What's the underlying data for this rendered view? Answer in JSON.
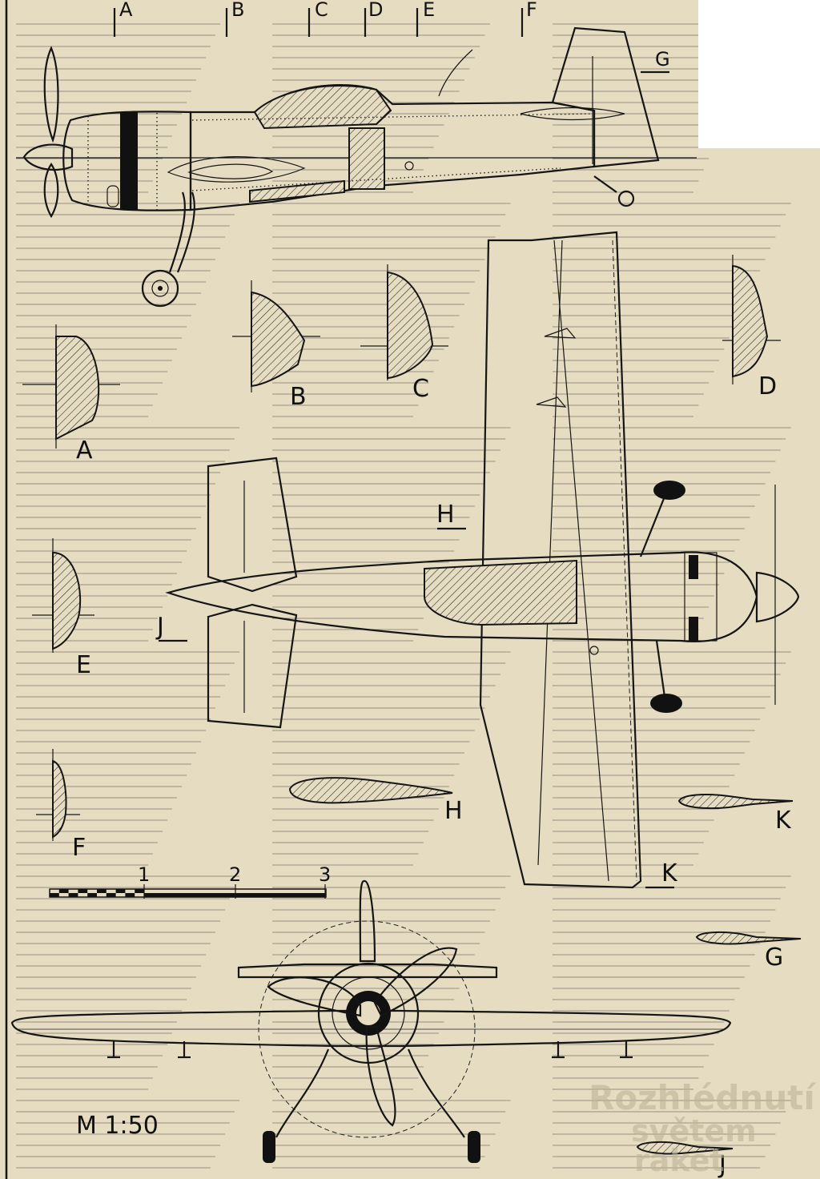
{
  "section_markers": [
    "A",
    "B",
    "C",
    "D",
    "E",
    "F"
  ],
  "section_labels": {
    "A": "A",
    "B": "B",
    "C": "C",
    "D": "D",
    "E": "E",
    "F": "F",
    "G": "G",
    "H": "H",
    "J": "J",
    "K": "K"
  },
  "scale_bar": {
    "ticks": [
      "1",
      "2",
      "3"
    ]
  },
  "scale_text": "M 1:50",
  "bleed_text": {
    "heading": "Rozhlédnutí",
    "line2": "světem",
    "line3": "raket"
  },
  "colors": {
    "paper": "#e6dcc1",
    "ink": "#151515",
    "bleed": "#bdb398"
  }
}
